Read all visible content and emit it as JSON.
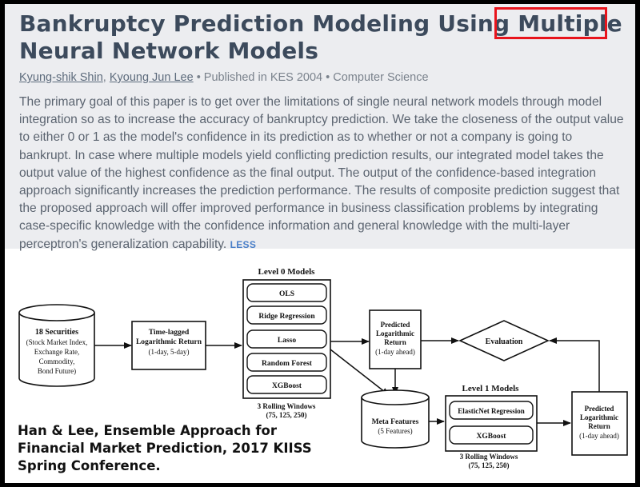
{
  "paper": {
    "title_line1": "Bankruptcy Prediction Modeling Using Multiple",
    "title_line2": "Neural Network Models",
    "authors": [
      "Kyung-shik Shin",
      "Kyoung Jun Lee"
    ],
    "separator": "•",
    "published": "Published in KES 2004",
    "field": "Computer Science",
    "abstract": "The primary goal of this paper is to get over the limitations of single neural network models through model integration so as to increase the accuracy of bankruptcy prediction. We take the closeness of the output value to either 0 or 1 as the model's confidence in its prediction as to whether or not a company is going to bankrupt. In case where multiple models yield conflicting prediction results, our integrated model takes the output value of the highest confidence as the final output. The output of the confidence-based integration approach significantly increases the prediction performance. The results of composite prediction suggest that the proposed approach will offer improved performance in business classification problems by integrating case-specific knowledge with the confidence information and general knowledge with the multi-layer perceptron's generalization capability.",
    "less_label": "LESS",
    "highlight_color": "#e8141c"
  },
  "diagram": {
    "securities": [
      "18 Securities",
      "(Stock Market Index,",
      "Exchange Rate,",
      "Commodity,",
      "Bond Future)"
    ],
    "time_lagged": [
      "Time-lagged",
      "Logarithmic Return",
      "(1-day, 5-day)"
    ],
    "level0_title": "Level 0 Models",
    "level0_models": [
      "OLS",
      "Ridge Regression",
      "Lasso",
      "Random Forest",
      "XGBoost"
    ],
    "level0_windows": [
      "3 Rolling Windows",
      "(75, 125, 250)"
    ],
    "predicted": [
      "Predicted",
      "Logarithmic",
      "Return",
      "(1-day ahead)"
    ],
    "evaluation": "Evaluation",
    "meta_features": [
      "Meta Features",
      "(5 Features)"
    ],
    "level1_title": "Level 1 Models",
    "level1_models": [
      "ElasticNet Regression",
      "XGBoost"
    ],
    "level1_windows": [
      "3 Rolling Windows",
      "(75, 125, 250)"
    ],
    "predicted_final": [
      "Predicted",
      "Logarithmic",
      "Return",
      "(1-day ahead)"
    ]
  },
  "citation": {
    "text": "Han & Lee, Ensemble Approach for\nFinancial Market Prediction, 2017 KIISS\nSpring Conference."
  }
}
